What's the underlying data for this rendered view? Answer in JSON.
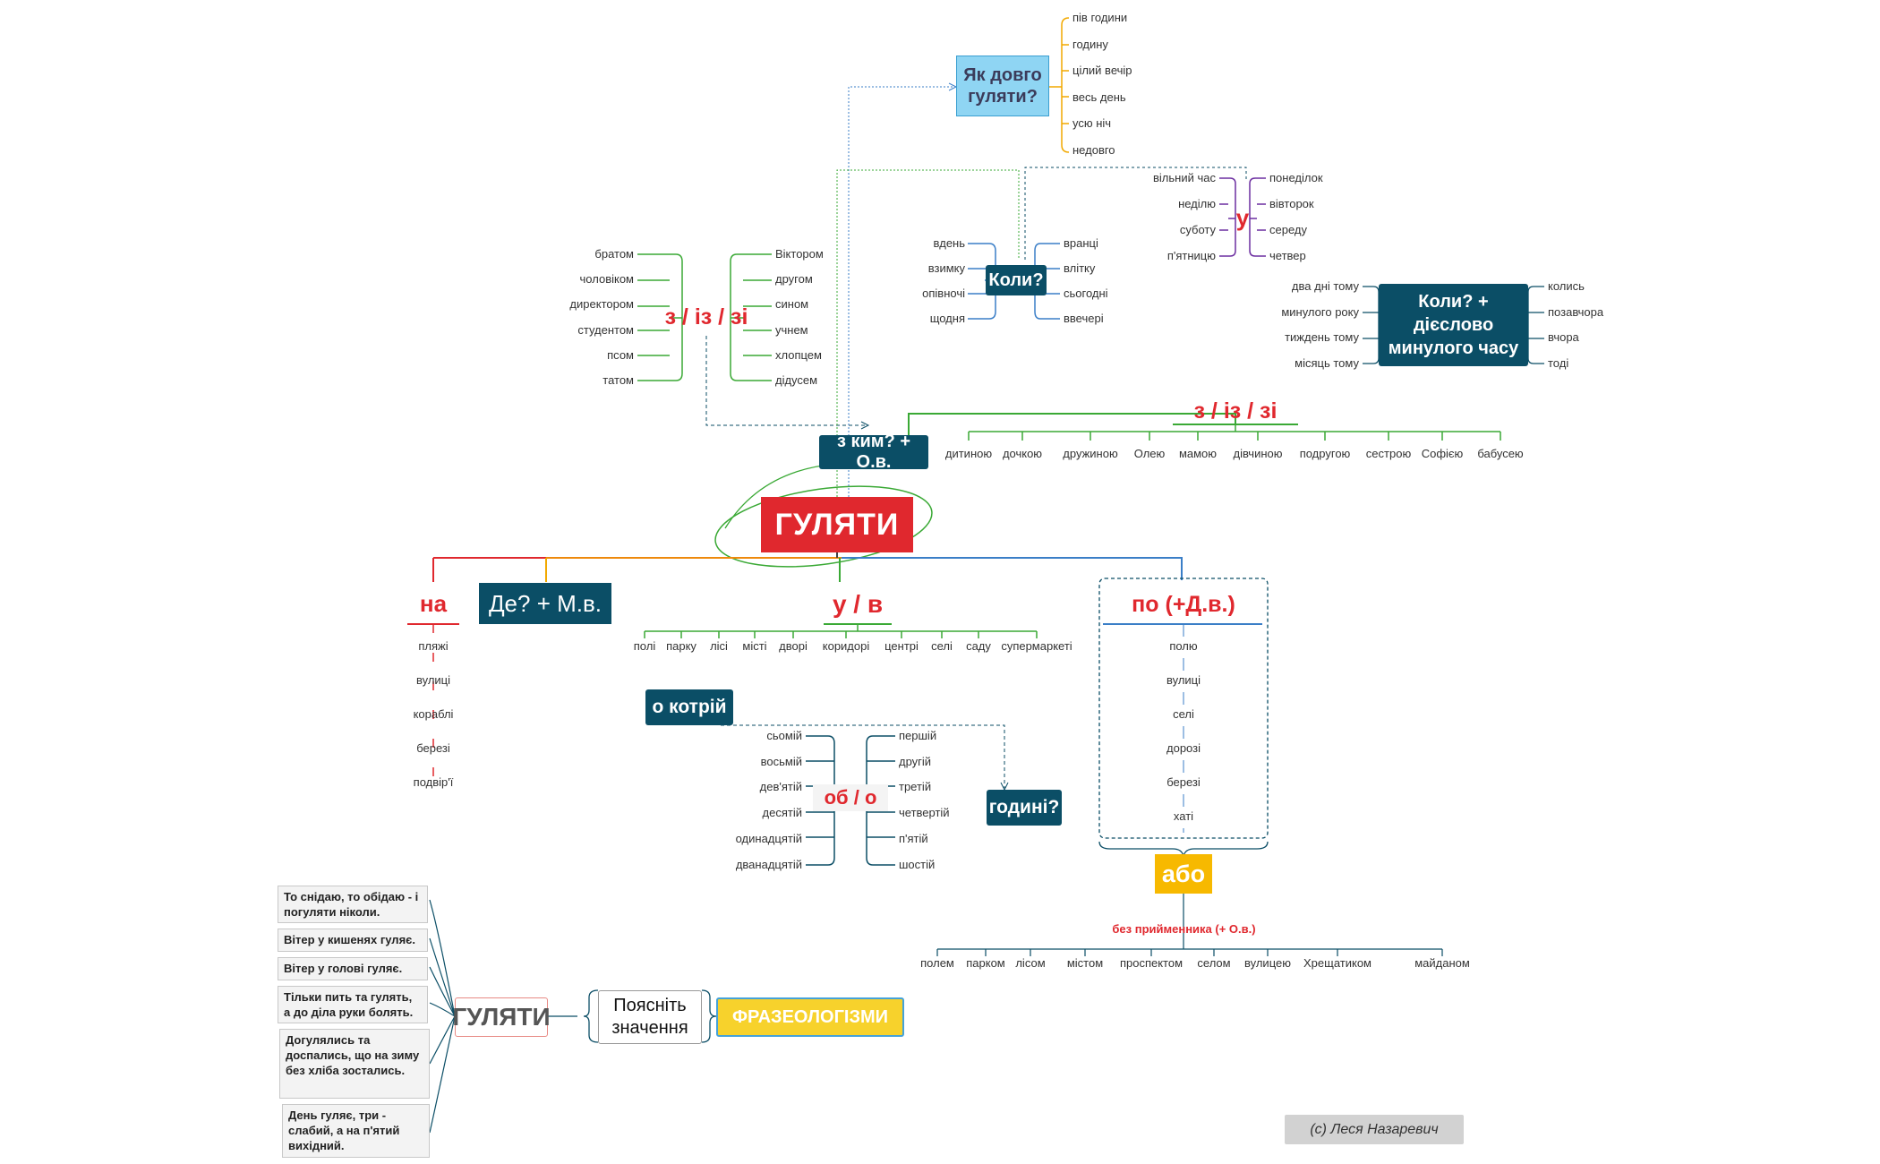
{
  "central": "ГУЛЯТИ",
  "how_long": {
    "title": "Як довго гуляти?",
    "items": [
      "пів години",
      "годину",
      "цілий вечір",
      "весь день",
      "усю ніч",
      "недовго"
    ]
  },
  "when": {
    "title": "Коли?",
    "left": [
      "вдень",
      "взимку",
      "опівночі",
      "щодня"
    ],
    "right": [
      "вранці",
      "влітку",
      "сьогодні",
      "ввечері"
    ]
  },
  "u_days": {
    "title": "у",
    "left": [
      "вільний час",
      "неділю",
      "суботу",
      "п'ятницю"
    ],
    "right": [
      "понеділок",
      "вівторок",
      "середу",
      "четвер"
    ]
  },
  "past": {
    "title": "Коли? + дієслово минулого часу",
    "left": [
      "два дні тому",
      "минулого року",
      "тиждень тому",
      "місяць тому"
    ],
    "right": [
      "колись",
      "позавчора",
      "вчора",
      "тоді"
    ]
  },
  "with_upper": {
    "title": "з / із / зі",
    "left": [
      "братом",
      "чоловіком",
      "директором",
      "студентом",
      "псом",
      "татом"
    ],
    "right": [
      "Віктором",
      "другом",
      "сином",
      "учнем",
      "хлопцем",
      "дідусем"
    ]
  },
  "with_whom": {
    "title": "з ким? + О.в."
  },
  "with_right": {
    "title": "з / із / зі",
    "items": [
      "дитиною",
      "дочкою",
      "дружиною",
      "Олею",
      "мамою",
      "дівчиною",
      "подругою",
      "сестрою",
      "Софією",
      "бабусею"
    ]
  },
  "na": {
    "title": "на",
    "items": [
      "пляжі",
      "вулиці",
      "кораблі",
      "березі",
      "подвір'ї"
    ]
  },
  "where": {
    "title": "Де? + М.в."
  },
  "u_v": {
    "title": "у / в",
    "items": [
      "полі",
      "парку",
      "лісі",
      "місті",
      "дворі",
      "коридорі",
      "центрі",
      "селі",
      "саду",
      "супермаркеті"
    ]
  },
  "po": {
    "title": "по (+Д.в.)",
    "items": [
      "полю",
      "вулиці",
      "селі",
      "дорозі",
      "березі",
      "хаті"
    ]
  },
  "abo": {
    "title": "або",
    "subtitle": "без прийменника (+ О.в.)",
    "items": [
      "полем",
      "парком",
      "лісом",
      "містом",
      "проспектом",
      "селом",
      "вулицею",
      "Хрещатиком",
      "майданом"
    ]
  },
  "time": {
    "at_what": "о котрій",
    "ob": "об / о",
    "hour": "годині?",
    "left": [
      "сьомій",
      "восьмій",
      "дев'ятій",
      "десятій",
      "одинадцятій",
      "дванадцятій"
    ],
    "right": [
      "першій",
      "другій",
      "третій",
      "четвертій",
      "п'ятій",
      "шостій"
    ]
  },
  "idioms": {
    "center": "ГУЛЯТИ",
    "explain": "Поясніть значення",
    "label": "ФРАЗЕОЛОГІЗМИ",
    "phrases": [
      "То снідаю, то обідаю - і погуляти ніколи.",
      "Вітер у кишенях гуляє.",
      "Вітер у голові гуляє.",
      "Тільки пить та гулять, а до діла руки болять.",
      "Догулялись та доспались, що на зиму без хліба зостались.",
      "День гуляє, три - слабий, а на п'ятий вихідний."
    ]
  },
  "credit": "(с) Леся Назаревич",
  "colors": {
    "dark": "#0b4e66",
    "red": "#e0282e",
    "orange": "#f2a900",
    "green": "#3aa935",
    "blue": "#3a7ec7",
    "purple": "#6c2ea0",
    "lightblue": "#8fd5f3",
    "yellow": "#f7d22c"
  }
}
